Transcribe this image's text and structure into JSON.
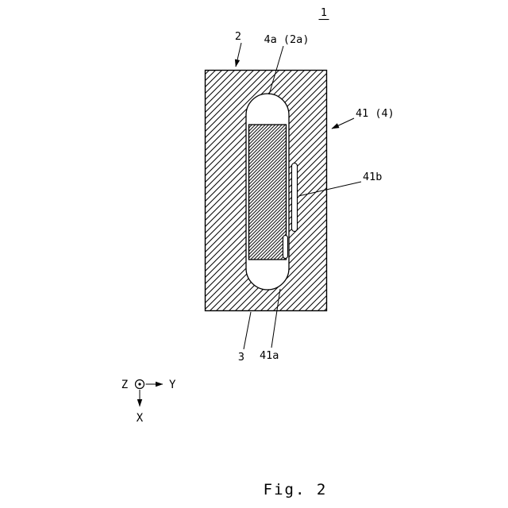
{
  "figure": {
    "caption": "Fig. 2",
    "labels": {
      "overall": "1",
      "part2": "2",
      "part4a": "4a (2a)",
      "part41": "41 (4)",
      "part41b": "41b",
      "part3": "3",
      "part41a": "41a"
    },
    "axes": {
      "x": "X",
      "y": "Y",
      "z": "Z"
    },
    "colors": {
      "line": "#000000",
      "background": "#ffffff"
    }
  }
}
